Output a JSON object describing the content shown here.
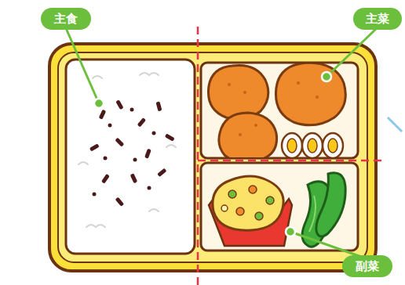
{
  "diagram": {
    "nodes": [
      {
        "text": [
          "主食"
        ]
      },
      {
        "text": [
          "主菜"
        ]
      },
      {
        "text": [
          "副菜"
        ]
      }
    ]
  }
}
